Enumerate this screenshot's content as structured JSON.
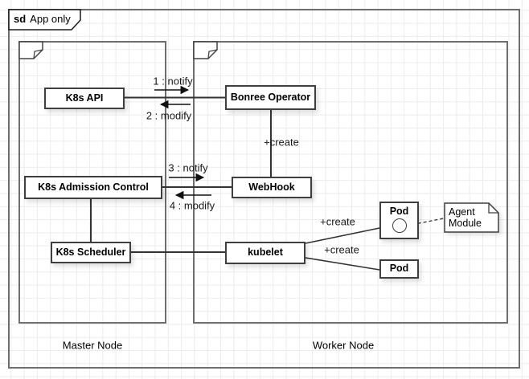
{
  "frame": {
    "keyword": "sd",
    "title": "App only"
  },
  "containers": {
    "master": {
      "label": "Master Node"
    },
    "worker": {
      "label": "Worker Node"
    }
  },
  "nodes": {
    "k8s_api": {
      "label": "K8s API"
    },
    "bonree_operator": {
      "label": "Bonree Operator"
    },
    "k8s_admission_control": {
      "label": "K8s Admission Control"
    },
    "webhook": {
      "label": "WebHook"
    },
    "k8s_scheduler": {
      "label": "K8s Scheduler"
    },
    "kubelet": {
      "label": "kubelet"
    },
    "pod_top": {
      "label": "Pod"
    },
    "pod_bottom": {
      "label": "Pod"
    },
    "agent_module": {
      "label": "Agent Module"
    }
  },
  "edges": {
    "notify1": {
      "label": "1 : notify"
    },
    "modify2": {
      "label": "2 : modify"
    },
    "notify3": {
      "label": "3 : notify"
    },
    "modify4": {
      "label": "4 : modify"
    },
    "create_webhook": {
      "label": "+create"
    },
    "create_pod_top": {
      "label": "+create"
    },
    "create_pod_bottom": {
      "label": "+create"
    }
  },
  "colors": {
    "background": "#ffffff",
    "grid_line": "#ececec",
    "container_stroke": "#6e6e6e",
    "node_stroke": "#3f3f3f",
    "connector_stroke": "#333333",
    "text": "#000000"
  }
}
